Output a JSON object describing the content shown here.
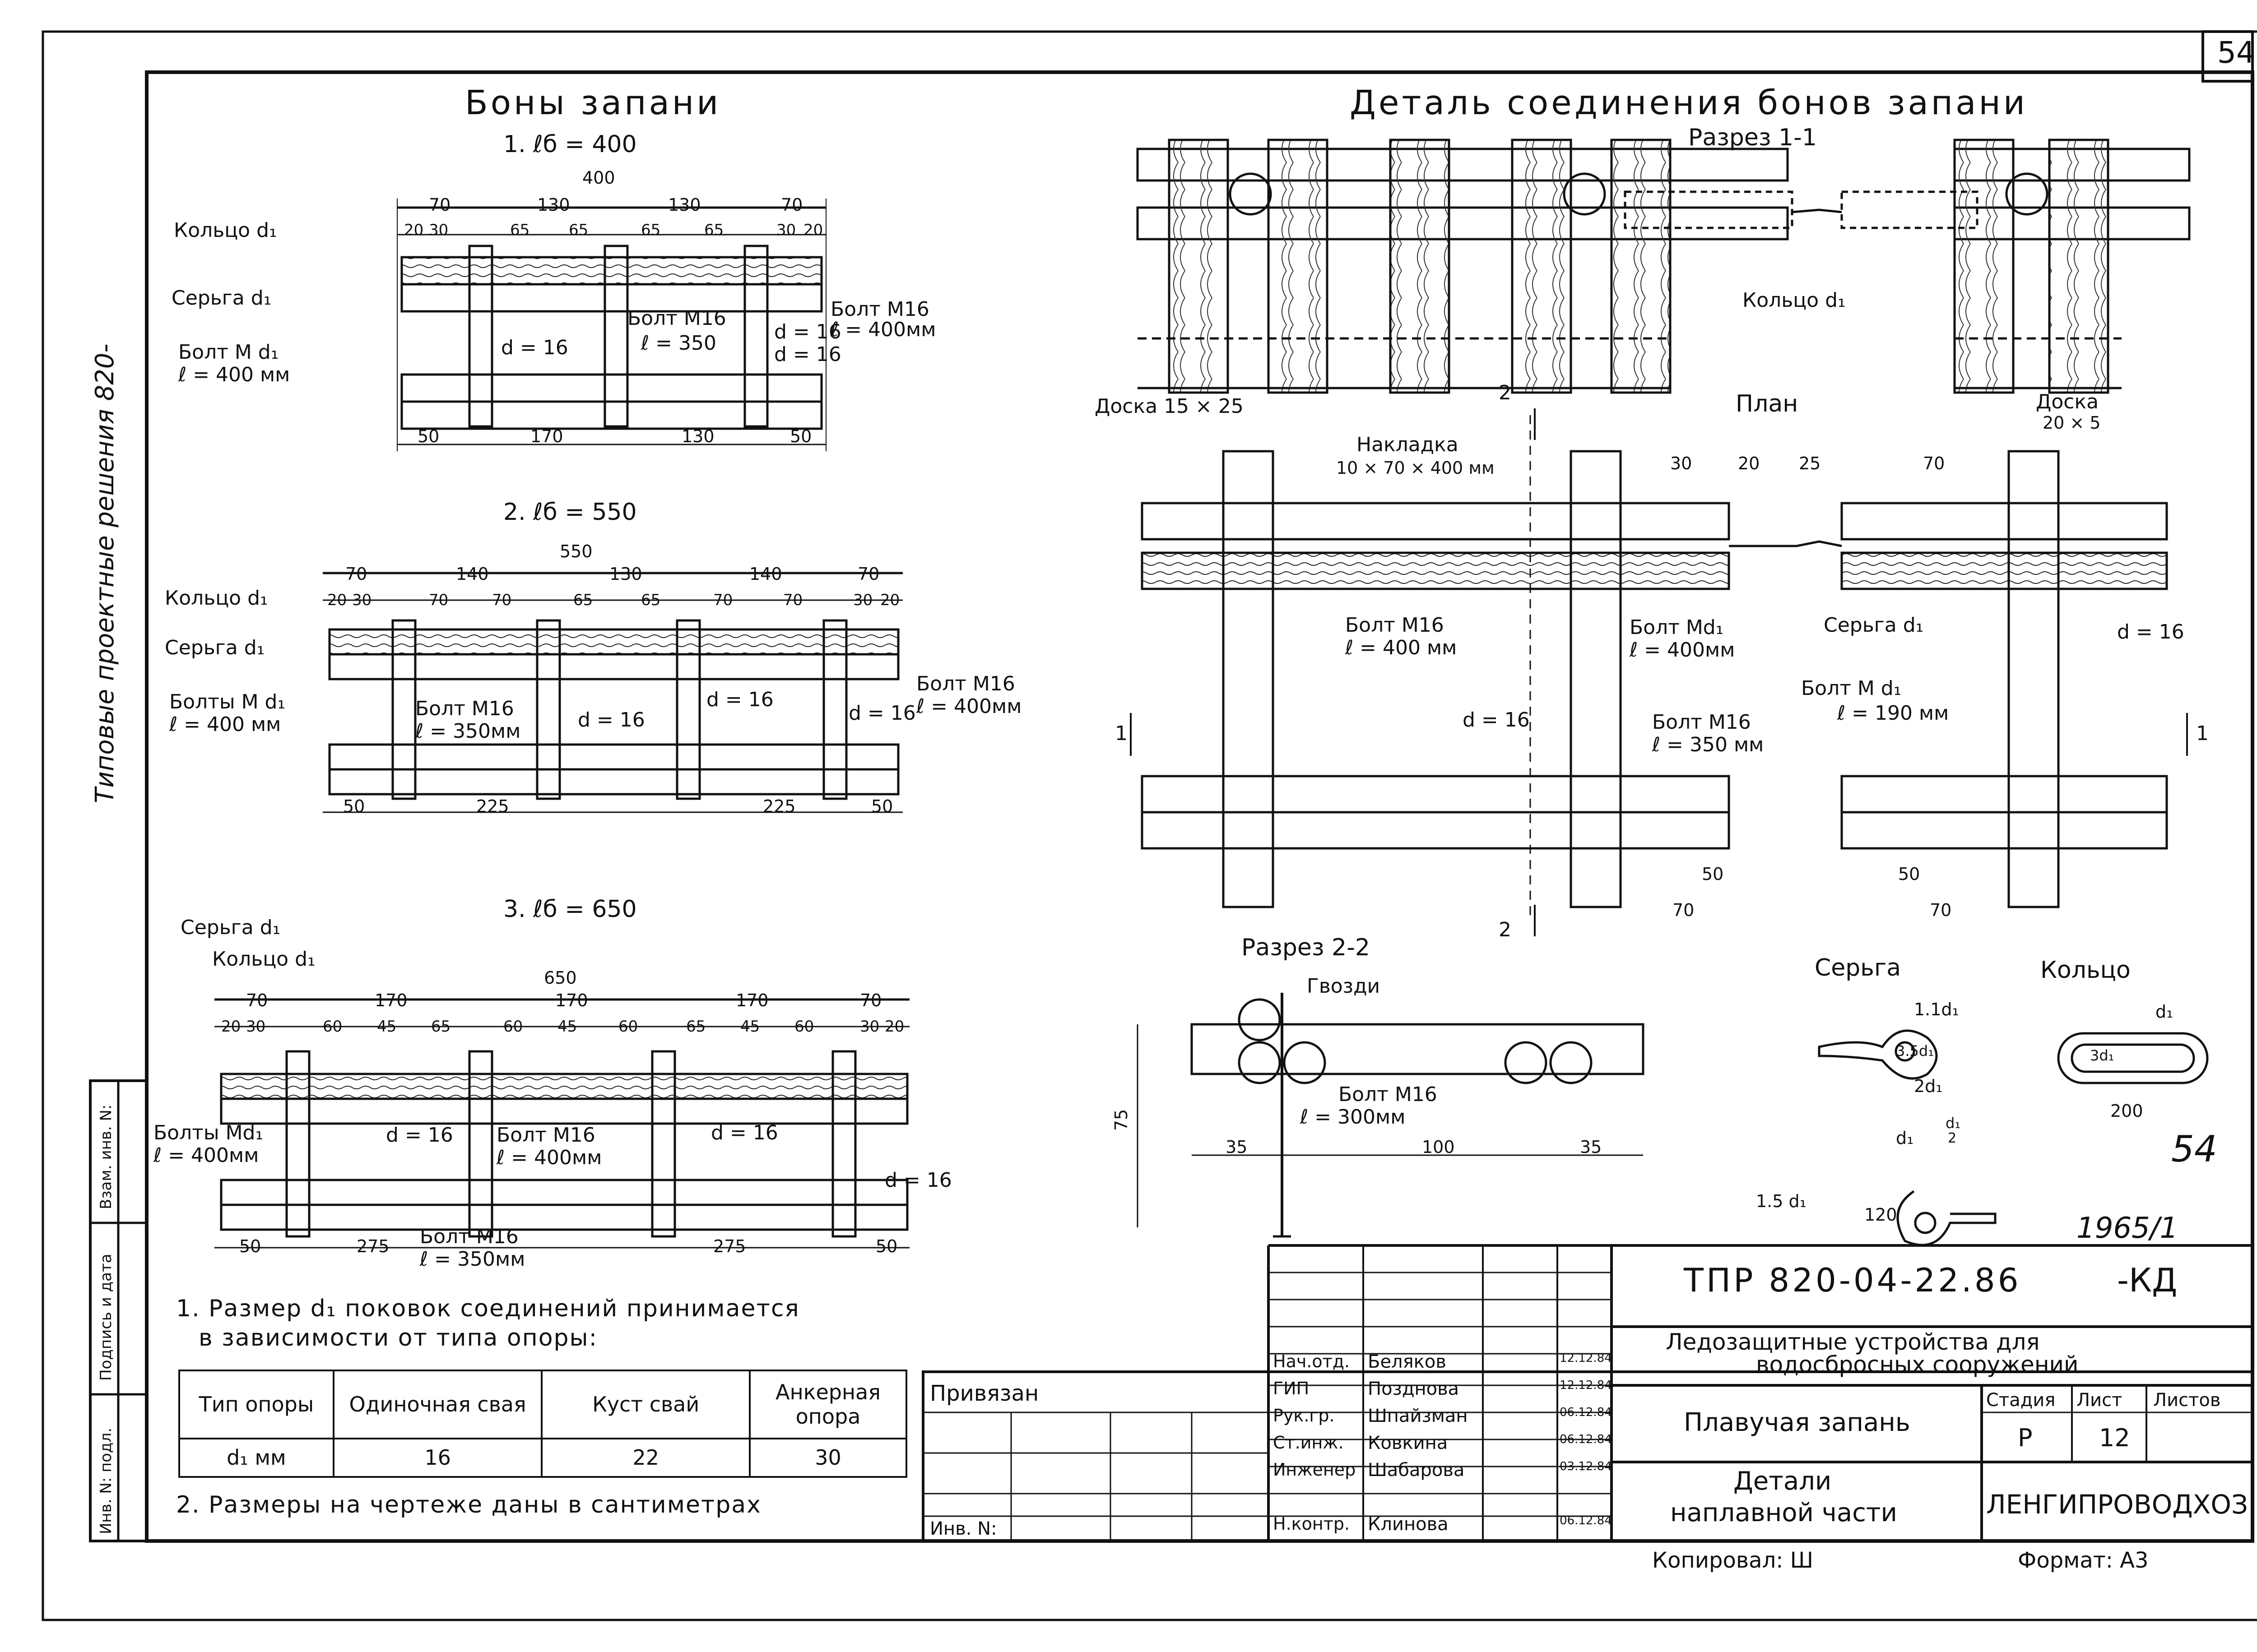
{
  "sheet_number": "54",
  "sheet_number_handwritten": "54",
  "year_mark": "1965/1",
  "side_text": "Типовые проектные решения 820-",
  "left_section": {
    "title": "Боны запани",
    "boom1": {
      "caption": "1. ℓб = 400",
      "total": "400",
      "top_dims": [
        "70",
        "130",
        "130",
        "70"
      ],
      "sub_dims": [
        "20",
        "30",
        "65",
        "65",
        "65",
        "65",
        "30",
        "20"
      ],
      "bottom_dims": [
        "50",
        "170",
        "130",
        "50"
      ],
      "labels": {
        "ring": "Кольцо d₁",
        "earring": "Серьга d₁",
        "bolt_md": "Болт М d₁",
        "bolt_md_l": "ℓ = 400 мм",
        "d16": "d = 16",
        "bolt_m16": "Болт М16",
        "bolt_m16_l": "ℓ = 350",
        "d16b": "d = 16",
        "d16c": "d = 16",
        "bolt_m16_r": "Болт М16",
        "bolt_m16_r_l": "ℓ = 400мм"
      }
    },
    "boom2": {
      "caption": "2. ℓб = 550",
      "total": "550",
      "top_dims": [
        "70",
        "140",
        "130",
        "140",
        "70"
      ],
      "sub_dims": [
        "20",
        "30",
        "70",
        "70",
        "65",
        "65",
        "70",
        "70",
        "30",
        "20"
      ],
      "bottom_dims": [
        "50",
        "225",
        "225",
        "50"
      ],
      "labels": {
        "ring": "Кольцо d₁",
        "earring": "Серьга d₁",
        "bolts_md": "Болты М d₁",
        "bolts_md_l": "ℓ = 400 мм",
        "bolt_m16": "Болт М16",
        "bolt_m16_l": "ℓ = 350мм",
        "d16a": "d = 16",
        "d16b": "d = 16",
        "d16c": "d = 16",
        "bolt_m16_r": "Болт М16",
        "bolt_m16_r_l": "ℓ = 400мм"
      }
    },
    "boom3": {
      "caption": "3. ℓб = 650",
      "total": "650",
      "top_dims": [
        "70",
        "170",
        "170",
        "170",
        "70"
      ],
      "sub_dims": [
        "20",
        "30",
        "60",
        "45",
        "65",
        "60",
        "45",
        "60",
        "65",
        "45",
        "60",
        "30",
        "20"
      ],
      "bottom_dims": [
        "50",
        "275",
        "275",
        "50"
      ],
      "labels": {
        "earring": "Серьга d₁",
        "ring": "Кольцо d₁",
        "bolts_md": "Болты Мd₁",
        "bolts_md_l": "ℓ = 400мм",
        "d16a": "d = 16",
        "bolt_m16": "Болт М16",
        "bolt_m16_l": "ℓ = 400мм",
        "d16b": "d = 16",
        "d16c": "d = 16",
        "bolt_m16_b": "Болт М16",
        "bolt_m16_b_l": "ℓ = 350мм"
      }
    },
    "note1_line1": "1. Размер d₁ поковок соединений принимается",
    "note1_line2": "в зависимости от типа опоры:",
    "note2": "2. Размеры на чертеже даны в сантиметрах",
    "support_table": {
      "headers": [
        "Тип опоры",
        "Одиночная свая",
        "Куст свай",
        "Анкерная опора"
      ],
      "row": [
        "d₁ мм",
        "16",
        "22",
        "30"
      ]
    }
  },
  "right_section": {
    "title": "Деталь соединения бонов запани",
    "section11": {
      "caption": "Разрез 1-1",
      "ring": "Кольцо d₁",
      "board1": "Доска 15 × 25",
      "board2": "Доска",
      "board2_size": "20 × 5"
    },
    "plan": {
      "caption": "План",
      "cut_mark_2": "2",
      "cut_mark_1": "1",
      "overlay": "Накладка",
      "overlay_size": "10 × 70 × 400 мм",
      "dims_top": [
        "30",
        "20",
        "25",
        "70"
      ],
      "bolt_m16": "Болт М16",
      "bolt_m16_l": "ℓ = 400 мм",
      "bolt_md1": "Болт Мd₁",
      "bolt_md1_l": "ℓ = 400мм",
      "earring": "Серьга d₁",
      "d16_right": "d = 16",
      "bolt_md": "Болт М d₁",
      "bolt_md_l": "ℓ = 190 мм",
      "d16": "d = 16",
      "bolt_m16b": "Болт М16",
      "bolt_m16b_l": "ℓ = 350 мм",
      "dims_bottom": [
        "50",
        "70",
        "50",
        "70"
      ]
    },
    "section22": {
      "caption": "Разрез 2-2",
      "nails": "Гвозди",
      "bolt": "Болт М16",
      "bolt_l": "ℓ = 300мм",
      "height": "75",
      "dims": [
        "35",
        "100",
        "35"
      ]
    },
    "earring_detail": {
      "caption": "Серьга",
      "d1": "1.1d₁",
      "d2": "3.5d₁",
      "d3": "2d₁",
      "d4": "d₁",
      "d5": "d₁",
      "d6": "2",
      "d7": "1.5 d₁",
      "d8": "120"
    },
    "ring_detail": {
      "caption": "Кольцо",
      "d1": "d₁",
      "d2": "3d₁",
      "d3": "200"
    }
  },
  "title_block": {
    "code": "ТПР 820-04-22.86",
    "suffix": "-КД",
    "project_line1": "Ледозащитные устройства для",
    "project_line2": "водосбросных сооружений",
    "object": "Плавучая запань",
    "sheet_title_line1": "Детали",
    "sheet_title_line2": "наплавной части",
    "org": "ЛЕНГИПРОВОДХОЗ",
    "stage_label": "Стадия",
    "sheet_label": "Лист",
    "sheets_label": "Листов",
    "stage": "Р",
    "sheet": "12",
    "sheets": "",
    "bound": "Привязан",
    "inv": "Инв. N:",
    "copied": "Копировал: Ш",
    "format": "Формат: А3",
    "signers": [
      {
        "role": "Нач.отд.",
        "name": "Беляков",
        "date": "12.12.84"
      },
      {
        "role": "ГИП",
        "name": "Позднова",
        "date": "12.12.84"
      },
      {
        "role": "Рук.гр.",
        "name": "Шпайзман",
        "date": "06.12.84"
      },
      {
        "role": "Ст.инж.",
        "name": "Ковкина",
        "date": "06.12.84"
      },
      {
        "role": "Инженер",
        "name": "Шабарова",
        "date": "03.12.84"
      },
      {
        "role": "Н.контр.",
        "name": "Клинова",
        "date": "06.12.84"
      }
    ]
  },
  "left_stamp": {
    "field1": "Взам. инв. N:",
    "field2": "Подпись и дата",
    "field3": "Инв. N: подл."
  }
}
